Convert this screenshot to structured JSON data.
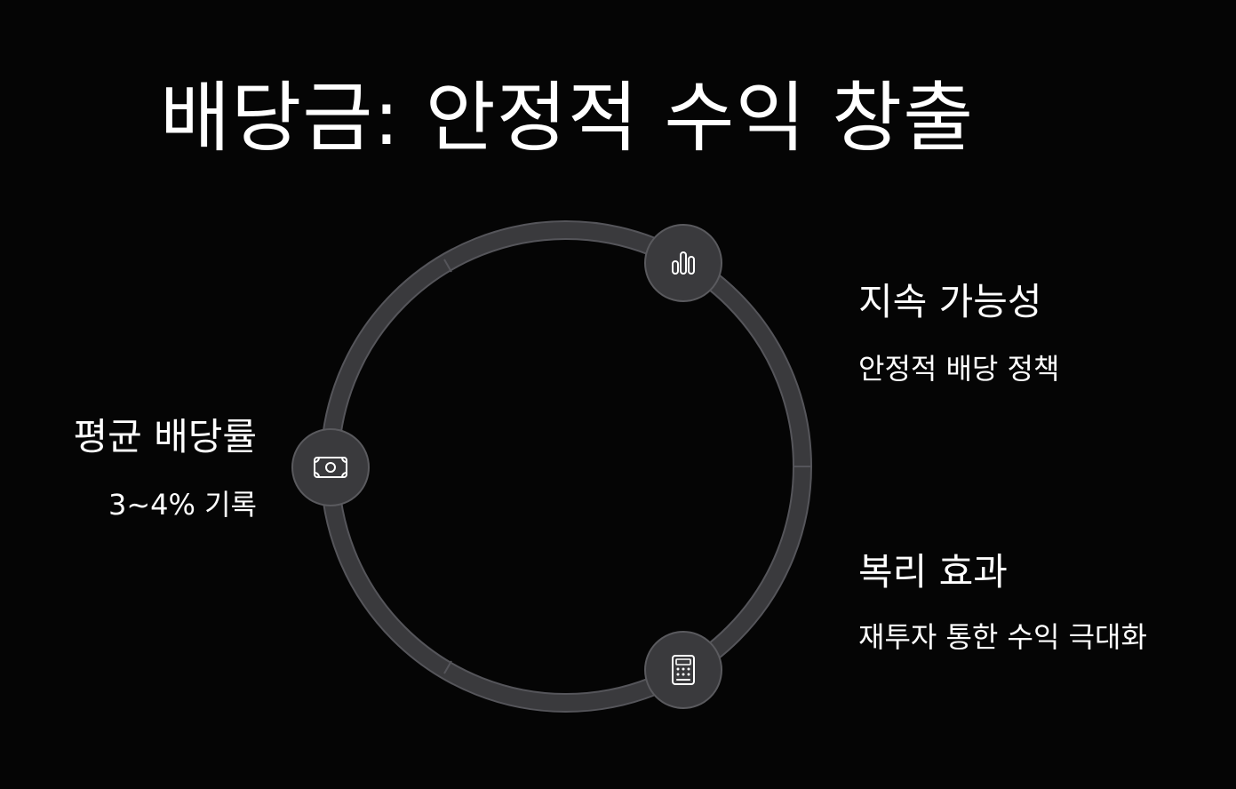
{
  "title": "배당금: 안정적 수익 창출",
  "items": [
    {
      "title": "지속 가능성",
      "description": "안정적 배당 정책",
      "icon": "bar-chart-icon"
    },
    {
      "title": "평균 배당률",
      "description": "3~4% 기록",
      "icon": "banknote-icon"
    },
    {
      "title": "복리 효과",
      "description": "재투자 통한 수익 극대화",
      "icon": "calculator-icon"
    }
  ],
  "colors": {
    "background": "#050505",
    "ring": "#3a3a3d",
    "ring_edge": "#55555a",
    "node_fill": "#3a3a3d",
    "icon": "#ffffff",
    "text": "#ffffff"
  }
}
